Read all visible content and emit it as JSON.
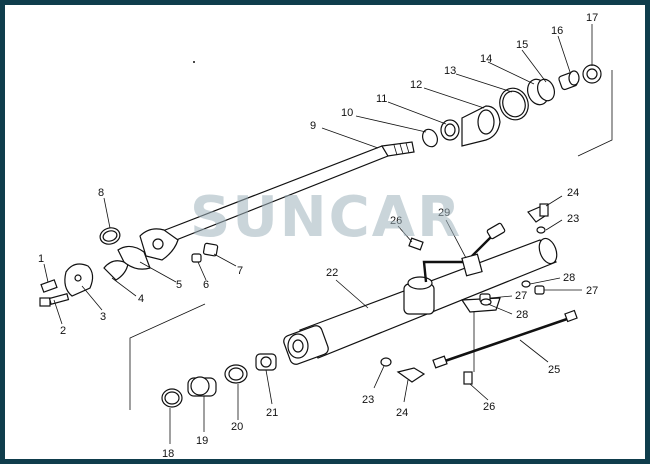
{
  "watermark": {
    "text": "SUNCAR",
    "color": "#9fb3bd"
  },
  "border_color": "#0f3d4c",
  "callouts": [
    {
      "id": "p17",
      "label": "17"
    },
    {
      "id": "p16",
      "label": "16"
    },
    {
      "id": "p15",
      "label": "15"
    },
    {
      "id": "p14",
      "label": "14"
    },
    {
      "id": "p13",
      "label": "13"
    },
    {
      "id": "p12",
      "label": "12"
    },
    {
      "id": "p11",
      "label": "11"
    },
    {
      "id": "p10",
      "label": "10"
    },
    {
      "id": "p9",
      "label": "9"
    },
    {
      "id": "p8",
      "label": "8"
    },
    {
      "id": "p1",
      "label": "1"
    },
    {
      "id": "p2",
      "label": "2"
    },
    {
      "id": "p3",
      "label": "3"
    },
    {
      "id": "p4",
      "label": "4"
    },
    {
      "id": "p5",
      "label": "5"
    },
    {
      "id": "p6",
      "label": "6"
    },
    {
      "id": "p7",
      "label": "7"
    },
    {
      "id": "p24a",
      "label": "24"
    },
    {
      "id": "p23a",
      "label": "23"
    },
    {
      "id": "p26a",
      "label": "26"
    },
    {
      "id": "p29",
      "label": "29"
    },
    {
      "id": "p22",
      "label": "22"
    },
    {
      "id": "p28a",
      "label": "28"
    },
    {
      "id": "p27a",
      "label": "27"
    },
    {
      "id": "p27b",
      "label": "27"
    },
    {
      "id": "p28b",
      "label": "28"
    },
    {
      "id": "p25",
      "label": "25"
    },
    {
      "id": "p23b",
      "label": "23"
    },
    {
      "id": "p24b",
      "label": "24"
    },
    {
      "id": "p26b",
      "label": "26"
    },
    {
      "id": "p18",
      "label": "18"
    },
    {
      "id": "p19",
      "label": "19"
    },
    {
      "id": "p20",
      "label": "20"
    },
    {
      "id": "p21",
      "label": "21"
    }
  ]
}
